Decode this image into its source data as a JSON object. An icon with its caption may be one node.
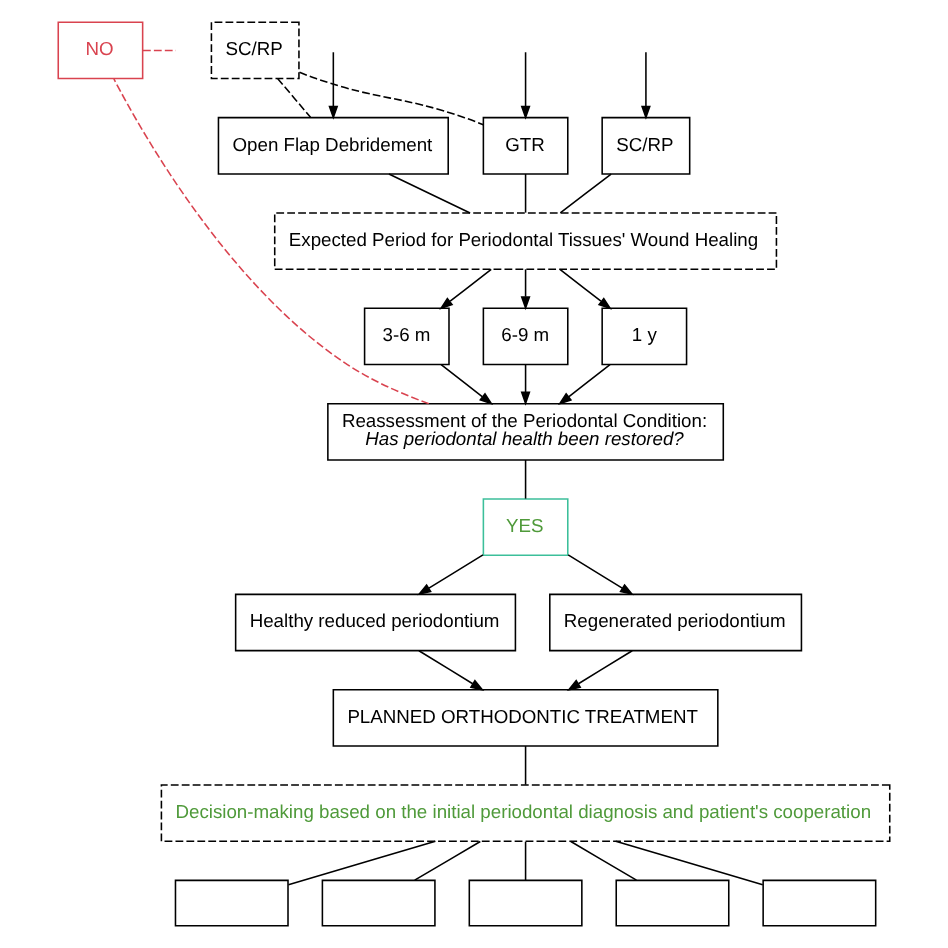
{
  "diagram": {
    "nodes": [
      {
        "text": [
          "SC/RP"
        ]
      },
      {
        "text": [
          "SC/RP"
        ]
      },
      {
        "text": [
          "Open Flap Debridement"
        ]
      },
      {
        "text": [
          "GTR"
        ]
      },
      {
        "text": [
          "Expected Period for Periodontal Tissues' Wound Healing"
        ]
      },
      {
        "text": [
          "3-6 m"
        ]
      },
      {
        "text": [
          "6-9 m"
        ]
      },
      {
        "text": [
          "1 y"
        ]
      },
      {
        "text": [
          "Reassessment of the Periodontal Condition:",
          "*Has periodontal health been restored?*"
        ]
      },
      {
        "text": [
          "NO"
        ]
      },
      {
        "text": [
          "YES"
        ]
      },
      {
        "text": [
          "Healthy reduced periodontium"
        ]
      },
      {
        "text": [
          "Regenerated periodontium"
        ]
      },
      {
        "text": [
          "PLANNED ORTHODONTIC TREATMENT"
        ]
      },
      {
        "text": [
          "Decision-making based on the initial periodontal diagnosis and patient's cooperation"
        ]
      },
      {
        "text": [],
        "shape": "box"
      },
      {
        "text": [],
        "shape": "box"
      },
      {
        "text": [],
        "shape": "box"
      },
      {
        "text": [],
        "shape": "box"
      },
      {
        "text": [],
        "shape": "box"
      }
    ],
    "edges": [
      {
        "from": null,
        "to": 0,
        "arrow": "to"
      },
      {
        "from": null,
        "to": 2,
        "arrow": "to"
      },
      {
        "from": null,
        "to": 3,
        "arrow": "to"
      },
      {
        "from": 1,
        "to": 2,
        "arrow": "none",
        "style": "dashed"
      },
      {
        "from": 1,
        "to": 3,
        "arrow": "none",
        "style": "dashed"
      },
      {
        "from": 0,
        "to": 4,
        "arrow": "none"
      },
      {
        "from": 2,
        "to": 4,
        "arrow": "none"
      },
      {
        "from": 3,
        "to": 4,
        "arrow": "none"
      },
      {
        "from": 4,
        "to": 5,
        "arrow": "to"
      },
      {
        "from": 4,
        "to": 6,
        "arrow": "to"
      },
      {
        "from": 4,
        "to": 7,
        "arrow": "to"
      },
      {
        "from": 5,
        "to": 8,
        "arrow": "to"
      },
      {
        "from": 6,
        "to": 8,
        "arrow": "to"
      },
      {
        "from": 7,
        "to": 8,
        "arrow": "to"
      },
      {
        "from": 8,
        "to": 9,
        "arrow": "none",
        "style": "dashed",
        "color": "#d9434f"
      },
      {
        "from": 9,
        "to": null,
        "arrow": "none",
        "style": "dashed",
        "color": "#d9434f"
      },
      {
        "from": 8,
        "to": 10,
        "arrow": "none"
      },
      {
        "from": 10,
        "to": 11,
        "arrow": "to"
      },
      {
        "from": 10,
        "to": 12,
        "arrow": "to"
      },
      {
        "from": 11,
        "to": 13,
        "arrow": "to"
      },
      {
        "from": 12,
        "to": 13,
        "arrow": "to"
      },
      {
        "from": 13,
        "to": 14,
        "arrow": "none"
      },
      {
        "from": 14,
        "to": 15,
        "arrow": "none"
      },
      {
        "from": 14,
        "to": 16,
        "arrow": "none"
      },
      {
        "from": 14,
        "to": 17,
        "arrow": "none"
      },
      {
        "from": 14,
        "to": 18,
        "arrow": "none"
      },
      {
        "from": 14,
        "to": 19,
        "arrow": "none"
      }
    ]
  }
}
